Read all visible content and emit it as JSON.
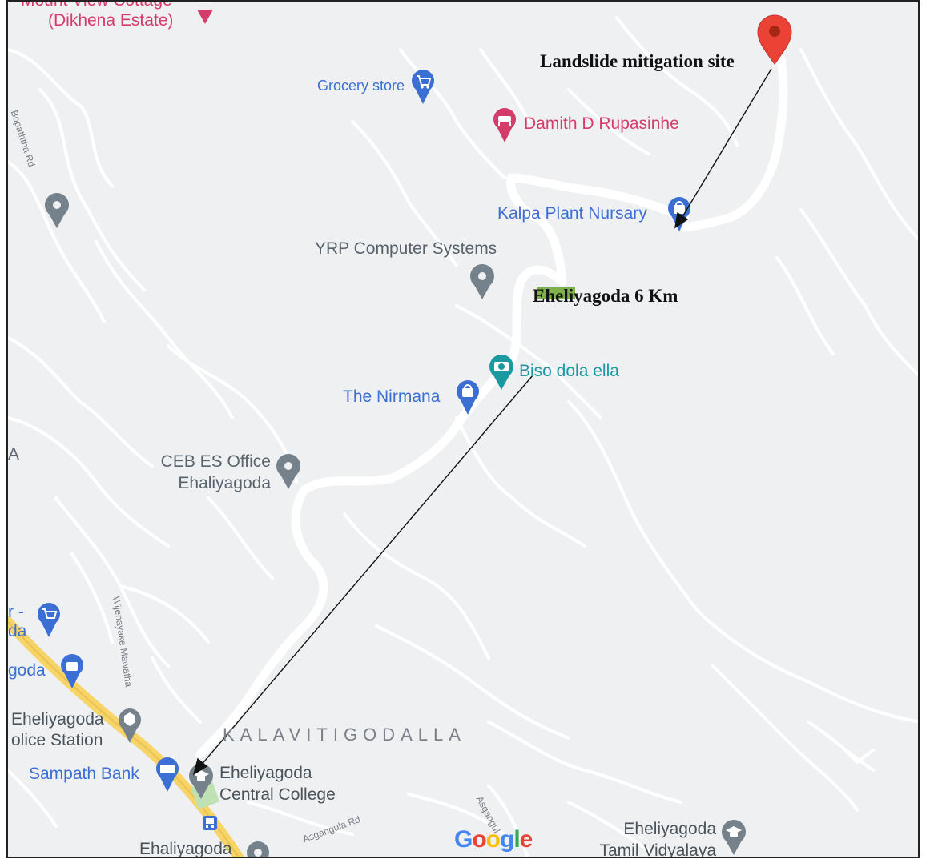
{
  "map": {
    "annotations": {
      "site": "Landslide mitigation site",
      "distance": "Eheliyagoda 6 Km"
    },
    "pois": {
      "mount_view_line1": "Mount View Cottage",
      "mount_view_line2": "(Dikhena Estate)",
      "grocery_store": "Grocery store",
      "damith": "Damith D Rupasinhe",
      "kalpa": "Kalpa Plant Nursary",
      "yrp": "YRP Computer Systems",
      "biso": "Biso dola ella",
      "nirmana": "The Nirmana",
      "ceb_line1": "CEB ES Office",
      "ceb_line2": "Ehaliyagoda",
      "partial_a": "A",
      "partial_r": "r -",
      "partial_da": "da",
      "partial_goda": "goda",
      "police_line1": "Eheliyagoda",
      "police_line2": "olice Station",
      "sampath": "Sampath Bank",
      "college_line1": "Eheliyagoda",
      "college_line2": "Central College",
      "ehaliyagoda": "Ehaliyagoda",
      "tamil_line1": "Eheliyagoda",
      "tamil_line2": "Tamil Vidyalaya"
    },
    "roads": {
      "bopaththa": "Bopaththa Rd",
      "wijenayake": "Wijenayake Mawatha",
      "asgangula": "Asgangula Rd",
      "asgang": "Asgangul"
    },
    "areas": {
      "kalavitigodalla": "KALAVITIGODALLA"
    },
    "branding": {
      "logo": "Google"
    },
    "colors": {
      "background": "#eef0f2",
      "road": "#ffffff",
      "highway": "#f7d468",
      "pin": "#ea4335",
      "poi_blue": "#3b6fd4",
      "poi_pink": "#d43c6a",
      "poi_teal": "#1a9aa0",
      "poi_grey": "#75818b",
      "annotation_highlight": "#7fb04a"
    }
  }
}
